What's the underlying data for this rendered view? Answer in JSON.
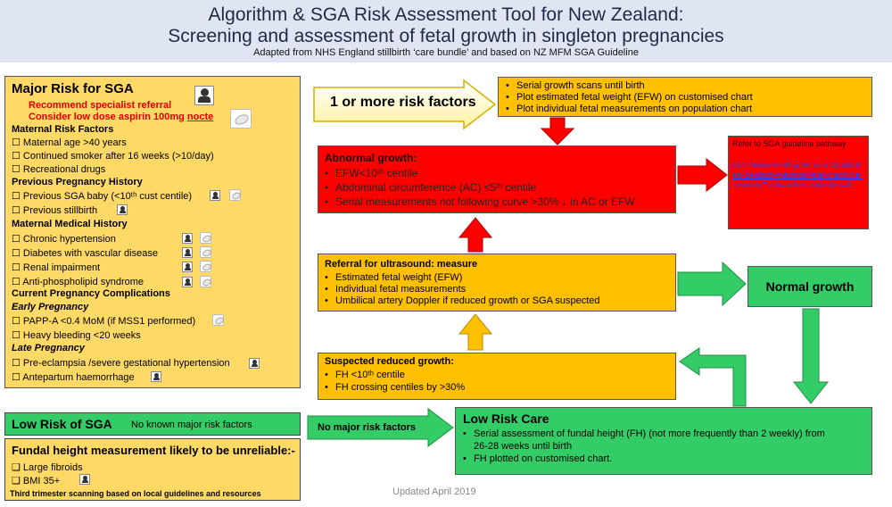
{
  "header": {
    "title_line1": "Algorithm & SGA Risk Assessment Tool for New Zealand:",
    "title_line2": "Screening and assessment of fetal growth in singleton pregnancies",
    "subtitle": "Adapted from NHS England stillbirth ‘care bundle’ and based on NZ MFM SGA Guideline"
  },
  "major": {
    "title": "Major Risk for SGA",
    "rec1": "Recommend specialist referral",
    "rec2_prefix": "Consider low dose aspirin 100mg ",
    "rec2_underlined": "nocte",
    "sections": {
      "maternal": "Maternal Risk Factors",
      "previous": "Previous Pregnancy History",
      "medical": "Maternal Medical History",
      "current": "Current Pregnancy Complications",
      "early": "Early Pregnancy",
      "late": "Late Pregnancy"
    },
    "items": {
      "age": "☐ Maternal age >40 years",
      "smoker": "☐ Continued smoker after 16 weeks (>10/day)",
      "drugs": "☐ Recreational drugs",
      "prev_sga": "☐ Previous SGA baby (<10ᵗʰ cust centile)",
      "stillbirth": "☐ Previous stillbirth",
      "hypertension": "☐ Chronic hypertension",
      "diabetes": "☐ Diabetes with vascular disease",
      "renal": "☐ Renal impairment",
      "apl": "☐ Anti-phospholipid syndrome",
      "pappa": "☐ PAPP-A <0.4 MoM  (if MSS1 performed)",
      "bleeding": "☐ Heavy bleeding <20 weeks",
      "preeclampsia": "☐ Pre-eclampsia /severe gestational hypertension",
      "aph": "☐ Antepartum haemorrhage"
    }
  },
  "low_risk_sga": {
    "label": "Low Risk of SGA",
    "note": "No known major risk factors"
  },
  "fundal": {
    "heading": "Fundal height measurement likely to be unreliable:-",
    "items": [
      "❑     Large fibroids",
      "❑     BMI 35+"
    ],
    "note": "Third  trimester scanning  based on local guidelines and resources"
  },
  "arrow_labels": {
    "risk": "1 or more risk factors",
    "no_major": "No major risk factors"
  },
  "serial": {
    "items": [
      "Serial growth scans until birth",
      "Plot estimated fetal weight (EFW) on customised chart",
      "Plot individual fetal measurements on population chart"
    ]
  },
  "abnormal": {
    "title": "Abnormal growth:",
    "items": [
      "EFW<10ᵗʰ centile",
      "Abdominal circumference (AC) ≤5ᵗʰ centile",
      "Serial measurements not following curve >30% ↓ in AC or EFW"
    ]
  },
  "refer": {
    "text": "Refer to SGA guideline pathway",
    "link": "http://www.healthpoint.co.nz/public/new-zealand-maternal-fetal-medicine-network/?solo=otherList&index=5"
  },
  "ultrasound": {
    "title": "Referral for ultrasound: measure",
    "items": [
      "Estimated fetal weight (EFW)",
      "Individual fetal measurements",
      "Umbilical artery Doppler if reduced growth or SGA suspected"
    ]
  },
  "normal": {
    "label": "Normal growth"
  },
  "suspected": {
    "title": "Suspected reduced growth:",
    "items": [
      "FH <10ᵗʰ centile",
      "FH crossing centiles by >30%"
    ]
  },
  "low_care": {
    "title": "Low Risk Care",
    "items": [
      "Serial assessment of fundal height (FH) (not more frequently than 2 weekly) from",
      "26-28 weeks until birth",
      "FH plotted on customised chart."
    ]
  },
  "footer": {
    "updated": "Updated April 2019"
  },
  "colors": {
    "amber": "#ffc000",
    "yellow": "#ffd966",
    "red": "#ff0000",
    "green": "#33cc66",
    "header_bg": "#dfe5f2"
  }
}
